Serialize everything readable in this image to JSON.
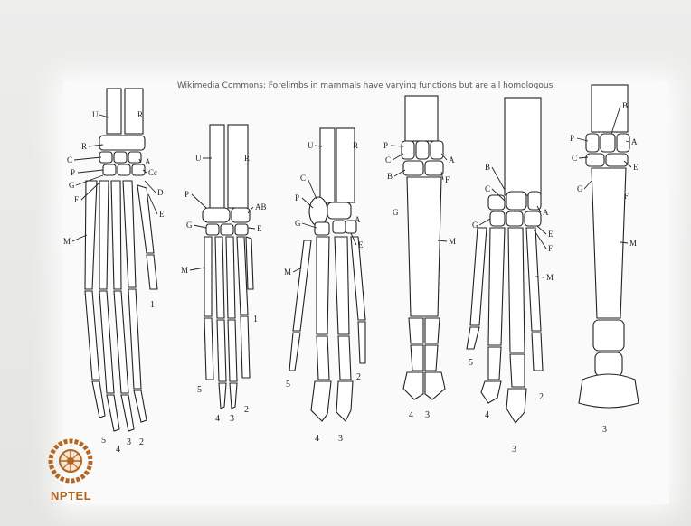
{
  "caption": "Wikimedia Commons: Forelimbs in mammals have varying functions but are all homologous.",
  "logo": {
    "text": "NPTEL",
    "icon": "nptel-wheel-icon",
    "color": "#b5651d"
  },
  "limbs": [
    {
      "labels": [
        "U",
        "R",
        "R",
        "C",
        "A",
        "P",
        "Cc",
        "G",
        "D",
        "F",
        "E",
        "M"
      ],
      "digits": [
        "1",
        "2",
        "3",
        "4",
        "5"
      ]
    },
    {
      "labels": [
        "U",
        "R",
        "P",
        "AB",
        "G",
        "E",
        "M"
      ],
      "digits": [
        "1",
        "2",
        "3",
        "4",
        "5"
      ]
    },
    {
      "labels": [
        "U",
        "R",
        "C",
        "P",
        "G",
        "A",
        "E",
        "M"
      ],
      "digits": [
        "2",
        "3",
        "4",
        "5"
      ]
    },
    {
      "labels": [
        "P",
        "C",
        "A",
        "B",
        "F",
        "G",
        "M"
      ],
      "digits": [
        "3",
        "4"
      ]
    },
    {
      "labels": [
        "B",
        "C",
        "A",
        "G",
        "E",
        "F",
        "M"
      ],
      "digits": [
        "2",
        "3",
        "4",
        "5"
      ]
    },
    {
      "labels": [
        "B",
        "P",
        "A",
        "C",
        "E",
        "G",
        "F",
        "M"
      ],
      "digits": [
        "3"
      ]
    }
  ]
}
